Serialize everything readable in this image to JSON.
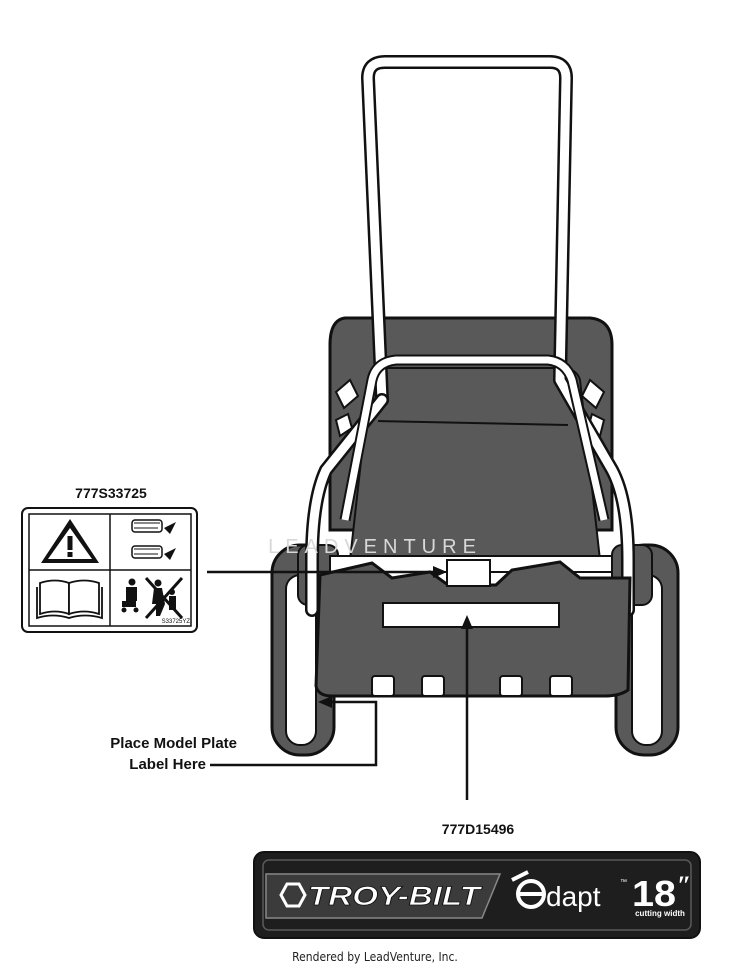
{
  "decal_label": {
    "part_number": "777S33725",
    "code": "S33725YZ"
  },
  "model_plate": {
    "line1": "Place Model Plate",
    "line2": "Label Here"
  },
  "bottom_part_number": "777D15496",
  "banner": {
    "brand": "TROY-BILT",
    "product": "dapt",
    "size": "18",
    "size_unit": "″",
    "sub": "cutting width",
    "tm": "™"
  },
  "watermark": "LEADVENTURE",
  "footer": "Rendered by LeadVenture, Inc.",
  "colors": {
    "body": "#595959",
    "outline": "#111111",
    "banner": "#1e1e1e"
  },
  "icons": [
    "warning-triangle-icon",
    "blade-hazard-icon",
    "manual-book-icon",
    "keep-children-away-icon"
  ]
}
